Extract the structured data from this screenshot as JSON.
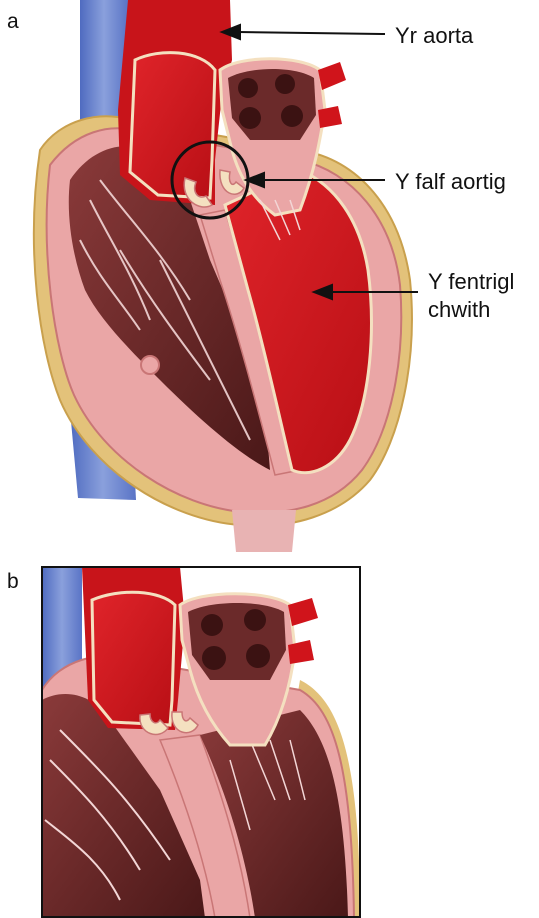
{
  "panels": {
    "a": "a",
    "b": "b"
  },
  "labels": {
    "aorta": "Yr aorta",
    "aortic_valve": "Y falf aortig",
    "left_ventricle_line1": "Y fentrigl",
    "left_ventricle_line2": "chwith"
  },
  "colors": {
    "blood": "#d0141b",
    "blood_dark": "#a90d12",
    "muscle": "#eaa6a6",
    "muscle_dark": "#c97676",
    "chamber": "#6b2a2a",
    "fat": "#e3c27a",
    "vein": "#6f88cf",
    "outline": "#111111"
  }
}
